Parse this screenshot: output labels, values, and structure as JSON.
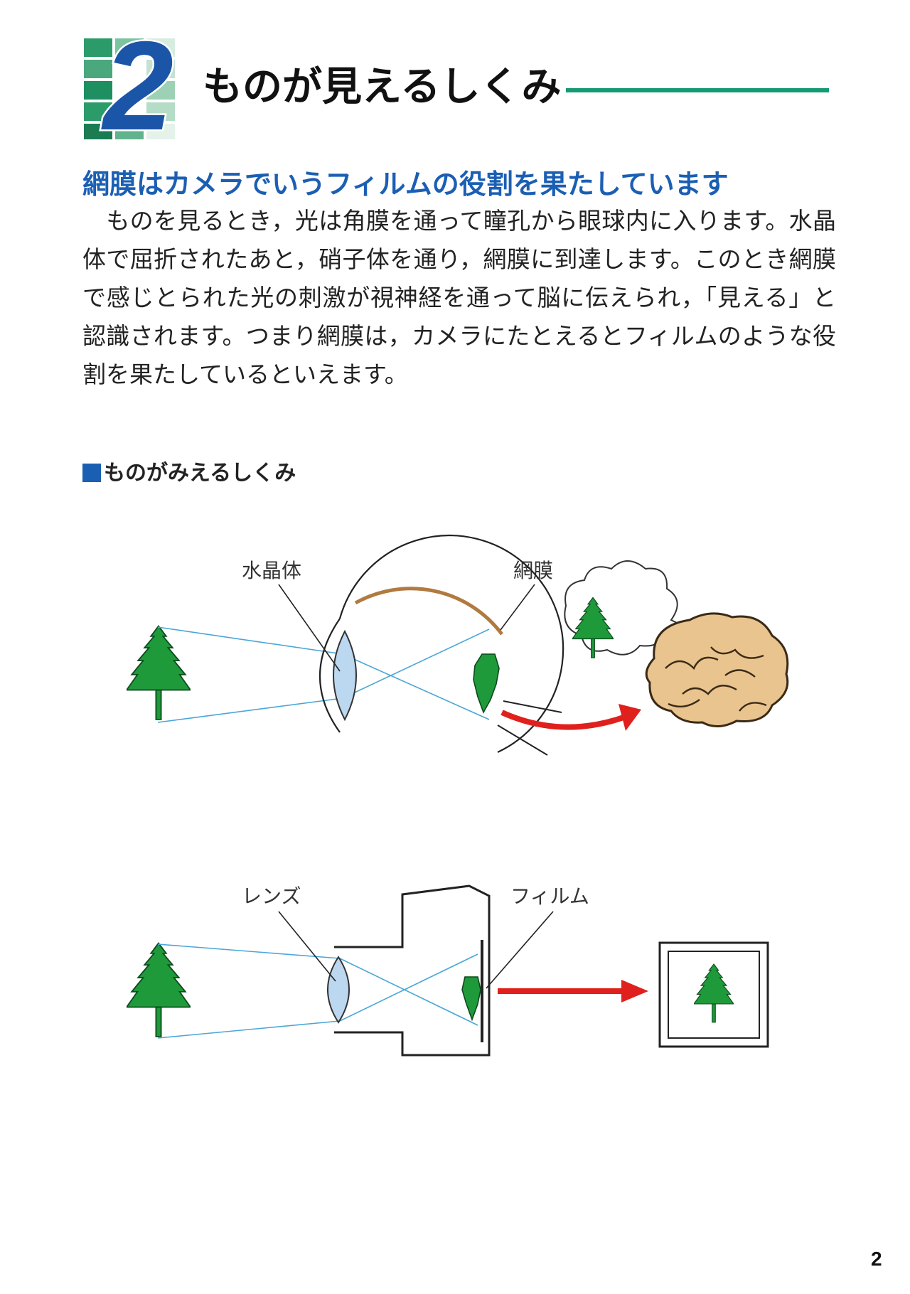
{
  "chapter": {
    "number": "2",
    "title": "ものが見えるしくみ"
  },
  "section": {
    "heading": "網膜はカメラでいうフィルムの役割を果たしています",
    "body": "ものを見るとき，光は角膜を通って瞳孔から眼球内に入ります。水晶体で屈折されたあと，硝子体を通り，網膜に到達します。このとき網膜で感じとられた光の刺激が視神経を通って脳に伝えられ，「見える」と認識されます。つまり網膜は，カメラにたとえるとフィルムのような役割を果たしているといえます。"
  },
  "figure": {
    "caption": "ものがみえるしくみ",
    "eye_diagram": {
      "label_lens": "水晶体",
      "label_retina": "網膜"
    },
    "camera_diagram": {
      "label_lens": "レンズ",
      "label_film": "フィルム"
    }
  },
  "colors": {
    "accent_blue": "#1b5fb3",
    "accent_green": "#169a74",
    "tree_green": "#1f9a3a",
    "arrow_red": "#e0201c",
    "lens_blue": "#bcd7f0"
  },
  "page_number": "2"
}
